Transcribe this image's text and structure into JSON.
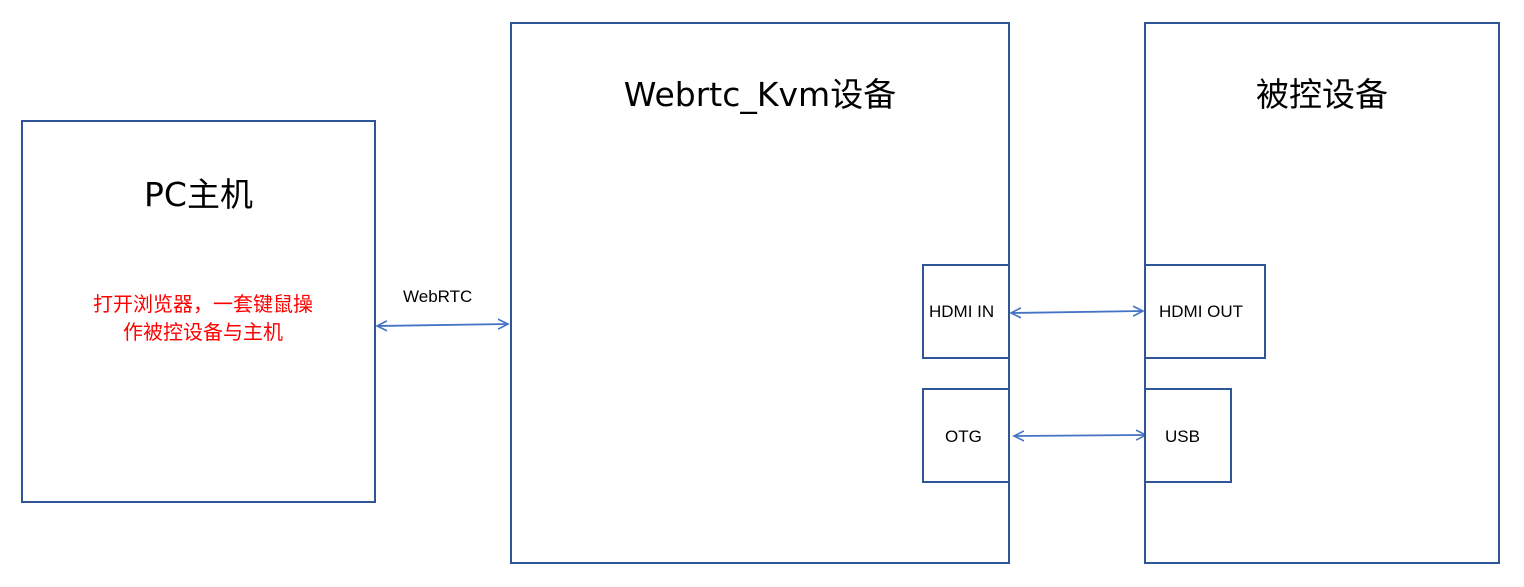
{
  "colors": {
    "box_border": "#2f5597",
    "arrow": "#4472c4",
    "description_text": "#ff0000"
  },
  "nodes": {
    "pc_host": {
      "title": "PC主机",
      "description": "打开浏览器，一套键鼠操作被控设备与主机"
    },
    "kvm_device": {
      "title": "Webrtc_Kvm设备",
      "ports": {
        "hdmi_in": "HDMI IN",
        "otg": "OTG"
      }
    },
    "controlled_device": {
      "title": "被控设备",
      "ports": {
        "hdmi_out": "HDMI OUT",
        "usb": "USB"
      }
    }
  },
  "edges": {
    "webrtc": {
      "label": "WebRTC"
    }
  }
}
